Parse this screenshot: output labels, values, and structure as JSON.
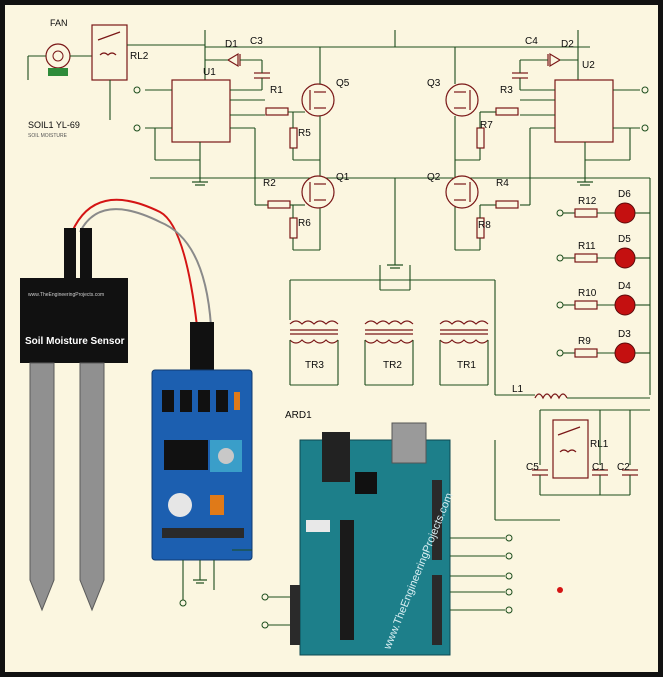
{
  "labels": {
    "fan": "FAN",
    "rl2": "RL2",
    "rl1": "RL1",
    "u1": "U1",
    "u2": "U2",
    "d1": "D1",
    "d2": "D2",
    "c3": "C3",
    "c4": "C4",
    "r1": "R1",
    "r2": "R2",
    "r3": "R3",
    "r4": "R4",
    "r5": "R5",
    "r6": "R6",
    "r7": "R7",
    "r8": "R8",
    "q1": "Q1",
    "q2": "Q2",
    "q3": "Q3",
    "q5": "Q5",
    "soil": "SOIL1 YL-69",
    "tr1": "TR1",
    "tr2": "TR2",
    "tr3": "TR3",
    "l1": "L1",
    "c1": "C1",
    "c2": "C2",
    "c5": "C5",
    "ard1": "ARD1",
    "r9": "R9",
    "r10": "R10",
    "r11": "R11",
    "r12": "R12",
    "d3": "D3",
    "d4": "D4",
    "d5": "D5",
    "d6": "D6",
    "sensor": "Soil Moisture Sensor",
    "watermark": "www.TheEngineeringProjects.com"
  },
  "colors": {
    "background": "#fbf6e0",
    "wire": "#1c4d1c",
    "component": "#7a1717",
    "led": "#c41010",
    "arduino": "#1d7f8a",
    "sensor_board": "#1c5fb0",
    "probe": "#8c8c8c"
  }
}
